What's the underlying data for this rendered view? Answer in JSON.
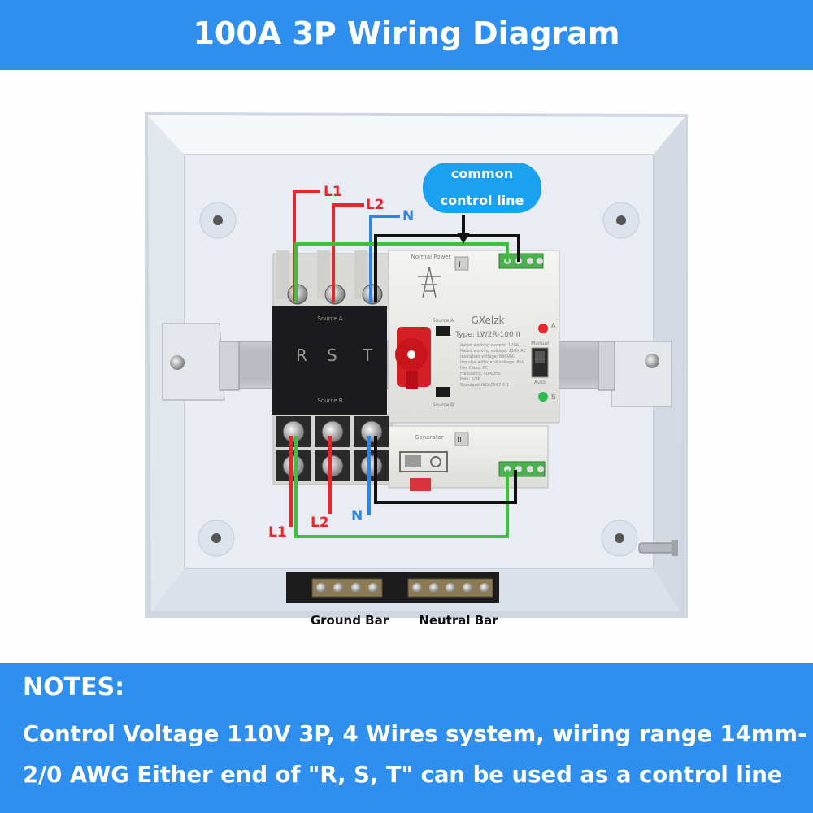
{
  "header": {
    "title": "100A 3P Wiring Diagram"
  },
  "callout": {
    "line1": "common",
    "line2": "control line"
  },
  "wires": {
    "top_l1": "L1",
    "top_l2": "L2",
    "top_n": "N",
    "bottom_l1": "L1",
    "bottom_l2": "L2",
    "bottom_n": "N"
  },
  "switch": {
    "brand": "GXelzk",
    "type": "Type: LW2R-100 II",
    "normal_power": "Normal Power",
    "generator": "Generator",
    "source_a_label": "Source A",
    "source_b_label": "Source B",
    "source_a": "Source A",
    "source_b": "Source B",
    "phase_r": "R",
    "phase_s": "S",
    "phase_t": "T",
    "numeral_1": "I",
    "numeral_2": "II",
    "mark_a": "A",
    "mark_b": "B",
    "manual": "Manual",
    "auto": "Auto",
    "specs": [
      "Rated working current:   100A",
      "Rated working voltage:  110V AC",
      "Insulation voltage:   690VAC",
      "Impulse withstand voltage:   8kV",
      "Use Class:   PC",
      "Frequency:   50/60Hz",
      "Pole:   2/3P",
      "Standard:   IEC60947-6-1"
    ]
  },
  "labels": {
    "ground_bar": "Ground Bar",
    "neutral_bar": "Neutral Bar"
  },
  "notes": {
    "title": "NOTES:",
    "line1": "Control Voltage 110V 3P, 4 Wires system, wiring range 14mm-",
    "line2": "2/0 AWG Either end of \"R, S, T\" can be used as a control line"
  },
  "colors": {
    "accent": "#2f8fee",
    "red_wire": "#e8262c",
    "blue_wire": "#2a86e8",
    "green_wire": "#3ec03e",
    "black_wire": "#111111",
    "callout": "#1aa1f0"
  }
}
